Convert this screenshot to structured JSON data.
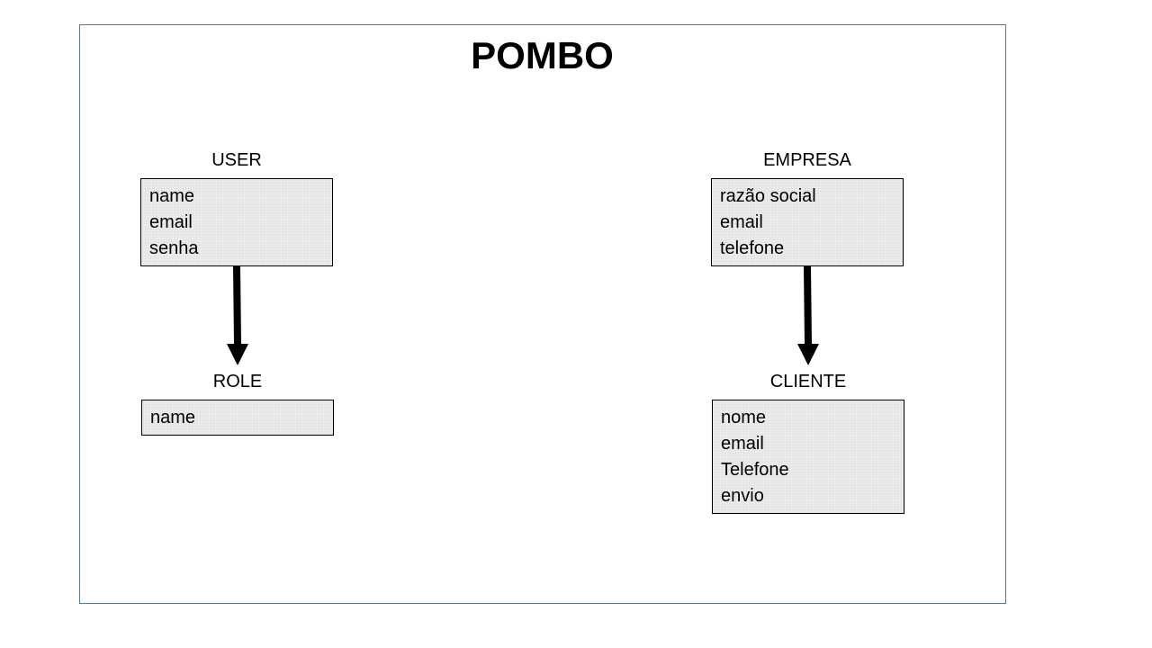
{
  "title": "POMBO",
  "entities": [
    {
      "label": "USER",
      "fields": [
        "name",
        "email",
        "senha"
      ]
    },
    {
      "label": "EMPRESA",
      "fields": [
        "razão social",
        "email",
        "telefone"
      ]
    },
    {
      "label": "ROLE",
      "fields": [
        "name"
      ]
    },
    {
      "label": "CLIENTE",
      "fields": [
        "nome",
        "email",
        "Telefone",
        "envio"
      ]
    }
  ],
  "relations": [
    {
      "from": "USER",
      "to": "ROLE"
    },
    {
      "from": "EMPRESA",
      "to": "CLIENTE"
    }
  ]
}
